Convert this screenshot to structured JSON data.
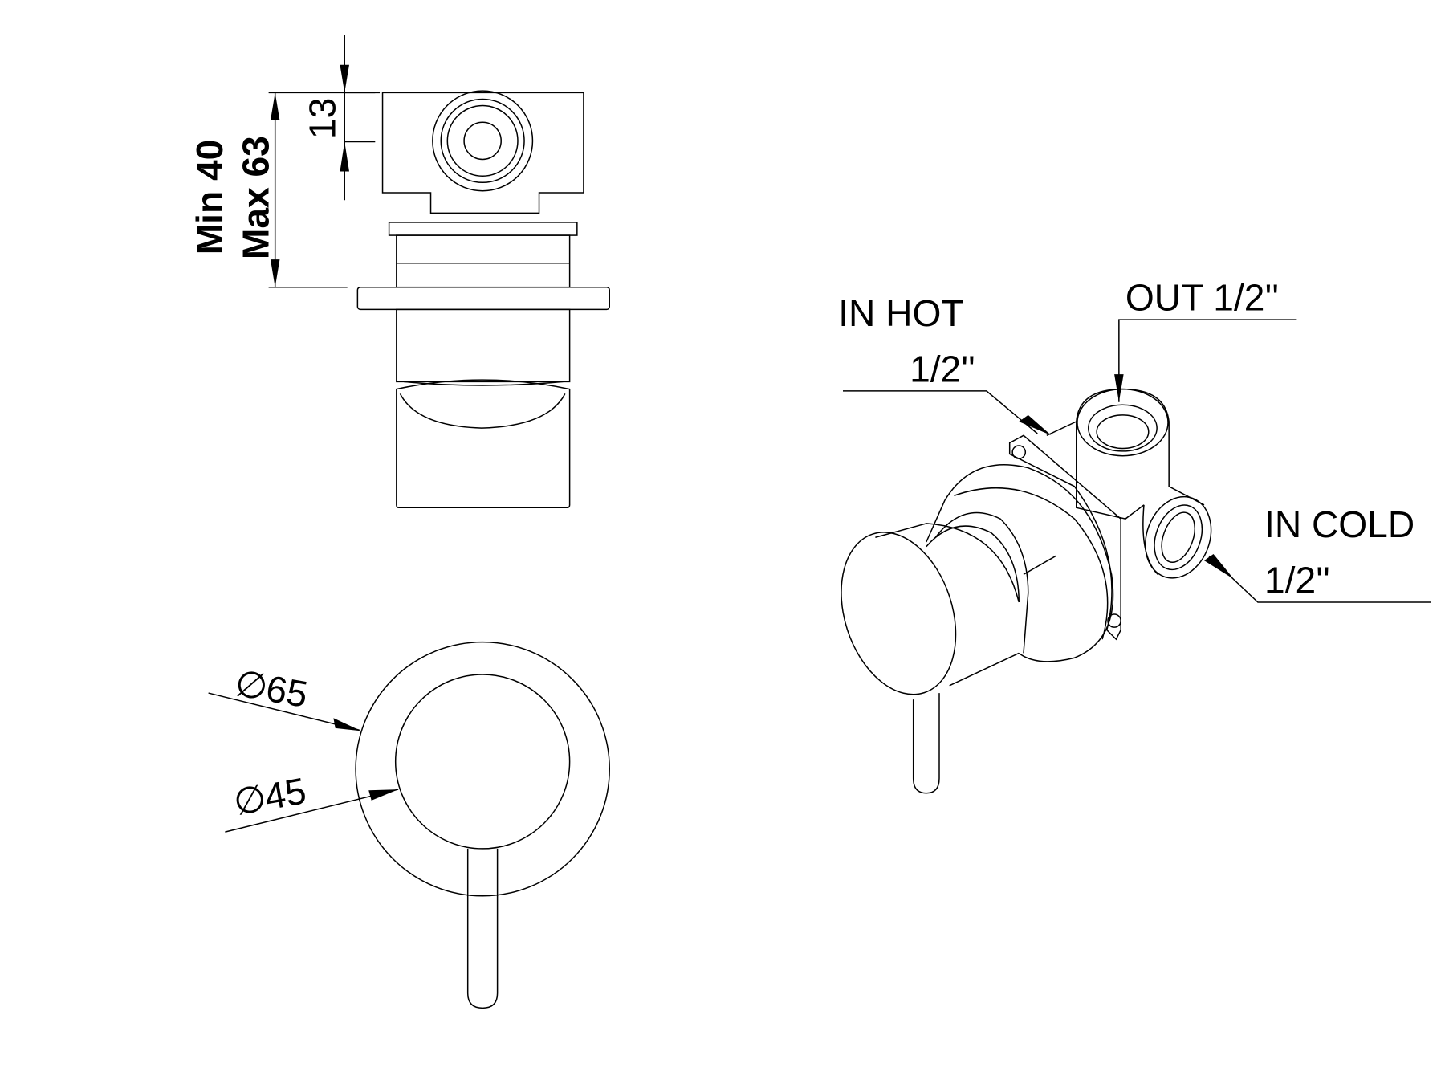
{
  "dimensions": {
    "top_offset": "13",
    "wall_min": "Min 40",
    "wall_max": "Max 63",
    "outer_diameter": "65",
    "inner_diameter": "45",
    "diameter_symbol": "∅"
  },
  "labels": {
    "in_hot_line1": "IN HOT",
    "in_hot_line2": "1/2''",
    "out": "OUT 1/2''",
    "in_cold_line1": "IN COLD",
    "in_cold_line2": "1/2''"
  },
  "colors": {
    "line": "#000000",
    "background": "#ffffff"
  }
}
